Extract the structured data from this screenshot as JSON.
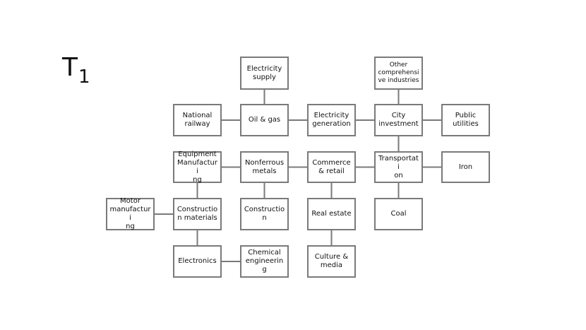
{
  "title": {
    "main": "T",
    "sub": "1"
  },
  "colors": {
    "border": "#7a7a7a",
    "text": "#111111",
    "background": "#ffffff"
  },
  "nodes": [
    {
      "id": "electricity-supply",
      "label": "Electricity\nsupply"
    },
    {
      "id": "other-comprehensive-industries",
      "label": "Other\ncomprehensi\nve industries"
    },
    {
      "id": "national-railway",
      "label": "National\nrailway"
    },
    {
      "id": "oil-gas",
      "label": "Oil & gas"
    },
    {
      "id": "electricity-generation",
      "label": "Electricity\ngeneration"
    },
    {
      "id": "city-investment",
      "label": "City\ninvestment"
    },
    {
      "id": "public-utilities",
      "label": "Public\nutilities"
    },
    {
      "id": "equipment-manufacturing",
      "label": "Equipment\nManufacturi\nng"
    },
    {
      "id": "nonferrous-metals",
      "label": "Nonferrous\nmetals"
    },
    {
      "id": "commerce-retail",
      "label": "Commerce\n& retail"
    },
    {
      "id": "transportation",
      "label": "Transportati\non"
    },
    {
      "id": "iron",
      "label": "Iron"
    },
    {
      "id": "motor-manufacturing",
      "label": "Motor\nmanufacturi\nng"
    },
    {
      "id": "construction-materials",
      "label": "Constructio\nn materials"
    },
    {
      "id": "construction",
      "label": "Constructio\nn"
    },
    {
      "id": "real-estate",
      "label": "Real estate"
    },
    {
      "id": "coal",
      "label": "Coal"
    },
    {
      "id": "electronics",
      "label": "Electronics"
    },
    {
      "id": "chemical-engineering",
      "label": "Chemical\nengineering"
    },
    {
      "id": "culture-media",
      "label": "Culture &\nmedia"
    }
  ],
  "edges": [
    [
      "electricity-supply",
      "oil-gas"
    ],
    [
      "national-railway",
      "oil-gas"
    ],
    [
      "oil-gas",
      "electricity-generation"
    ],
    [
      "electricity-generation",
      "city-investment"
    ],
    [
      "other-comprehensive-industries",
      "city-investment"
    ],
    [
      "city-investment",
      "public-utilities"
    ],
    [
      "city-investment",
      "transportation"
    ],
    [
      "transportation",
      "iron"
    ],
    [
      "transportation",
      "coal"
    ],
    [
      "commerce-retail",
      "transportation"
    ],
    [
      "nonferrous-metals",
      "commerce-retail"
    ],
    [
      "equipment-manufacturing",
      "nonferrous-metals"
    ],
    [
      "equipment-manufacturing",
      "construction-materials"
    ],
    [
      "motor-manufacturing",
      "construction-materials"
    ],
    [
      "construction-materials",
      "electronics"
    ],
    [
      "electronics",
      "chemical-engineering"
    ],
    [
      "nonferrous-metals",
      "construction"
    ],
    [
      "commerce-retail",
      "real-estate"
    ],
    [
      "real-estate",
      "culture-media"
    ]
  ]
}
